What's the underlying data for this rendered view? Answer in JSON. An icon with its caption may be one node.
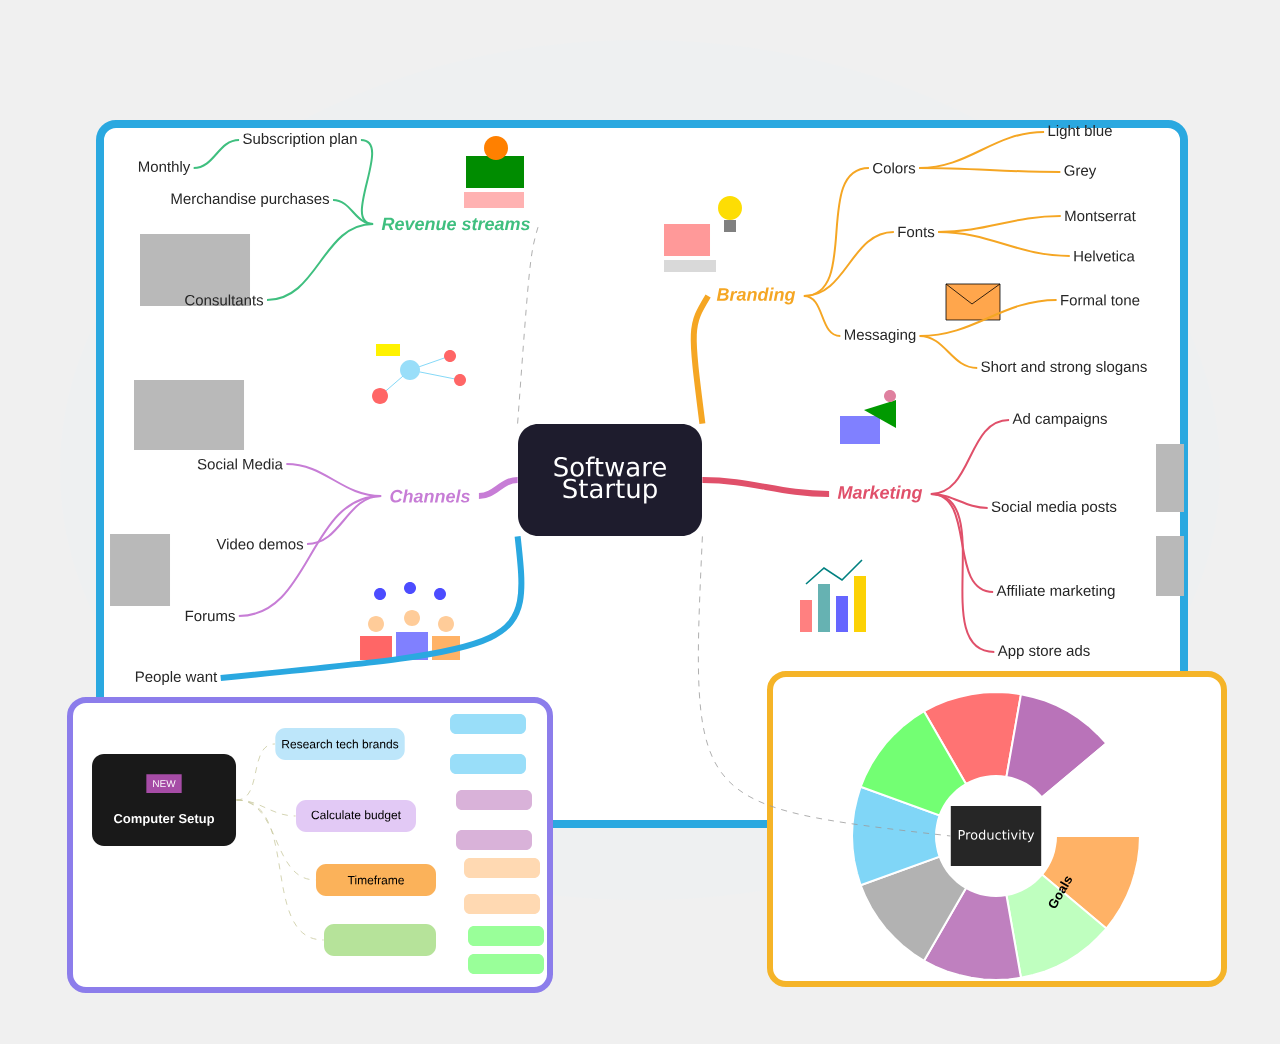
{
  "diagram": {
    "nodes": [
      {
        "text": [
          "Software Startup"
        ]
      },
      {
        "text": [
          "Revenue streams"
        ]
      },
      {
        "text": [
          "Subscription plan"
        ]
      },
      {
        "text": [
          "Monthly"
        ]
      },
      {
        "text": [
          "Merchandise purchases"
        ]
      },
      {
        "text": [
          "Consultants"
        ]
      },
      {
        "text": [
          "Channels"
        ]
      },
      {
        "text": [
          "Social Media"
        ]
      },
      {
        "text": [
          "Video demos"
        ]
      },
      {
        "text": [
          "Forums"
        ]
      },
      {
        "text": [
          "Branding"
        ]
      },
      {
        "text": [
          "Colors"
        ]
      },
      {
        "text": [
          "Light blue"
        ]
      },
      {
        "text": [
          "Grey"
        ]
      },
      {
        "text": [
          "Fonts"
        ]
      },
      {
        "text": [
          "Montserrat"
        ]
      },
      {
        "text": [
          "Helvetica"
        ]
      },
      {
        "text": [
          "Messaging"
        ]
      },
      {
        "text": [
          "Formal tone"
        ]
      },
      {
        "text": [
          "Short and strong slogans"
        ]
      },
      {
        "text": [
          "Marketing"
        ]
      },
      {
        "text": [
          "Ad campaigns"
        ]
      },
      {
        "text": [
          "Social media posts"
        ]
      },
      {
        "text": [
          "Affiliate marketing"
        ]
      },
      {
        "text": [
          "App store ads"
        ]
      },
      {
        "text": [
          "People want"
        ]
      },
      {
        "text": [
          "NEW",
          "Computer Setup"
        ]
      },
      {
        "text": [
          "Research tech brands"
        ]
      },
      {
        "text": [
          "Calculate budget"
        ]
      },
      {
        "text": [
          "Timeframe"
        ]
      },
      {
        "text": [],
        "shape": "box"
      },
      {
        "text": [
          "Productivity"
        ]
      }
    ],
    "edges": [
      {
        "from": 0,
        "to": 1,
        "arrow": "none",
        "style": "dashed",
        "color": "#9a9a9a"
      },
      {
        "from": 1,
        "to": 2,
        "arrow": "none",
        "color": "#3fbf7f"
      },
      {
        "from": 2,
        "to": 3,
        "arrow": "none",
        "color": "#3fbf7f"
      },
      {
        "from": 1,
        "to": 4,
        "arrow": "none",
        "color": "#3fbf7f"
      },
      {
        "from": 1,
        "to": 5,
        "arrow": "none",
        "color": "#3fbf7f"
      },
      {
        "from": 0,
        "to": 6,
        "arrow": "none",
        "style": "thick",
        "color": "#c77dd6"
      },
      {
        "from": 6,
        "to": 7,
        "arrow": "none",
        "color": "#c77dd6"
      },
      {
        "from": 6,
        "to": 8,
        "arrow": "none",
        "color": "#c77dd6"
      },
      {
        "from": 6,
        "to": 9,
        "arrow": "none",
        "color": "#c77dd6"
      },
      {
        "from": 0,
        "to": 10,
        "arrow": "none",
        "style": "thick",
        "color": "#f5a623"
      },
      {
        "from": 10,
        "to": 11,
        "arrow": "none",
        "color": "#f5a623"
      },
      {
        "from": 11,
        "to": 12,
        "arrow": "none",
        "color": "#f5a623"
      },
      {
        "from": 11,
        "to": 13,
        "arrow": "none",
        "color": "#f5a623"
      },
      {
        "from": 10,
        "to": 14,
        "arrow": "none",
        "color": "#f5a623"
      },
      {
        "from": 14,
        "to": 15,
        "arrow": "none",
        "color": "#f5a623"
      },
      {
        "from": 14,
        "to": 16,
        "arrow": "none",
        "color": "#f5a623"
      },
      {
        "from": 10,
        "to": 17,
        "arrow": "none",
        "color": "#f5a623"
      },
      {
        "from": 17,
        "to": 18,
        "arrow": "none",
        "color": "#f5a623"
      },
      {
        "from": 17,
        "to": 19,
        "arrow": "none",
        "color": "#f5a623"
      },
      {
        "from": 0,
        "to": 20,
        "arrow": "none",
        "style": "thick",
        "color": "#e0506a"
      },
      {
        "from": 20,
        "to": 21,
        "arrow": "none",
        "color": "#e0506a"
      },
      {
        "from": 20,
        "to": 22,
        "arrow": "none",
        "color": "#e0506a"
      },
      {
        "from": 20,
        "to": 23,
        "arrow": "none",
        "color": "#e0506a"
      },
      {
        "from": 20,
        "to": 24,
        "arrow": "none",
        "color": "#e0506a"
      },
      {
        "from": 0,
        "to": 25,
        "arrow": "none",
        "style": "thick",
        "color": "#2aa8e0"
      },
      {
        "from": 26,
        "to": 27,
        "arrow": "none",
        "style": "dashed",
        "color": "#c9c9a0"
      },
      {
        "from": 26,
        "to": 28,
        "arrow": "none",
        "style": "dashed",
        "color": "#c9c9a0"
      },
      {
        "from": 26,
        "to": 29,
        "arrow": "none",
        "style": "dashed",
        "color": "#c9c9a0"
      },
      {
        "from": 26,
        "to": 30,
        "arrow": "none",
        "style": "dashed",
        "color": "#c9c9a0"
      },
      {
        "from": 0,
        "to": 31,
        "arrow": "none",
        "style": "dashed",
        "color": "#9a9a9a"
      }
    ],
    "labels": [
      "Goals"
    ]
  }
}
